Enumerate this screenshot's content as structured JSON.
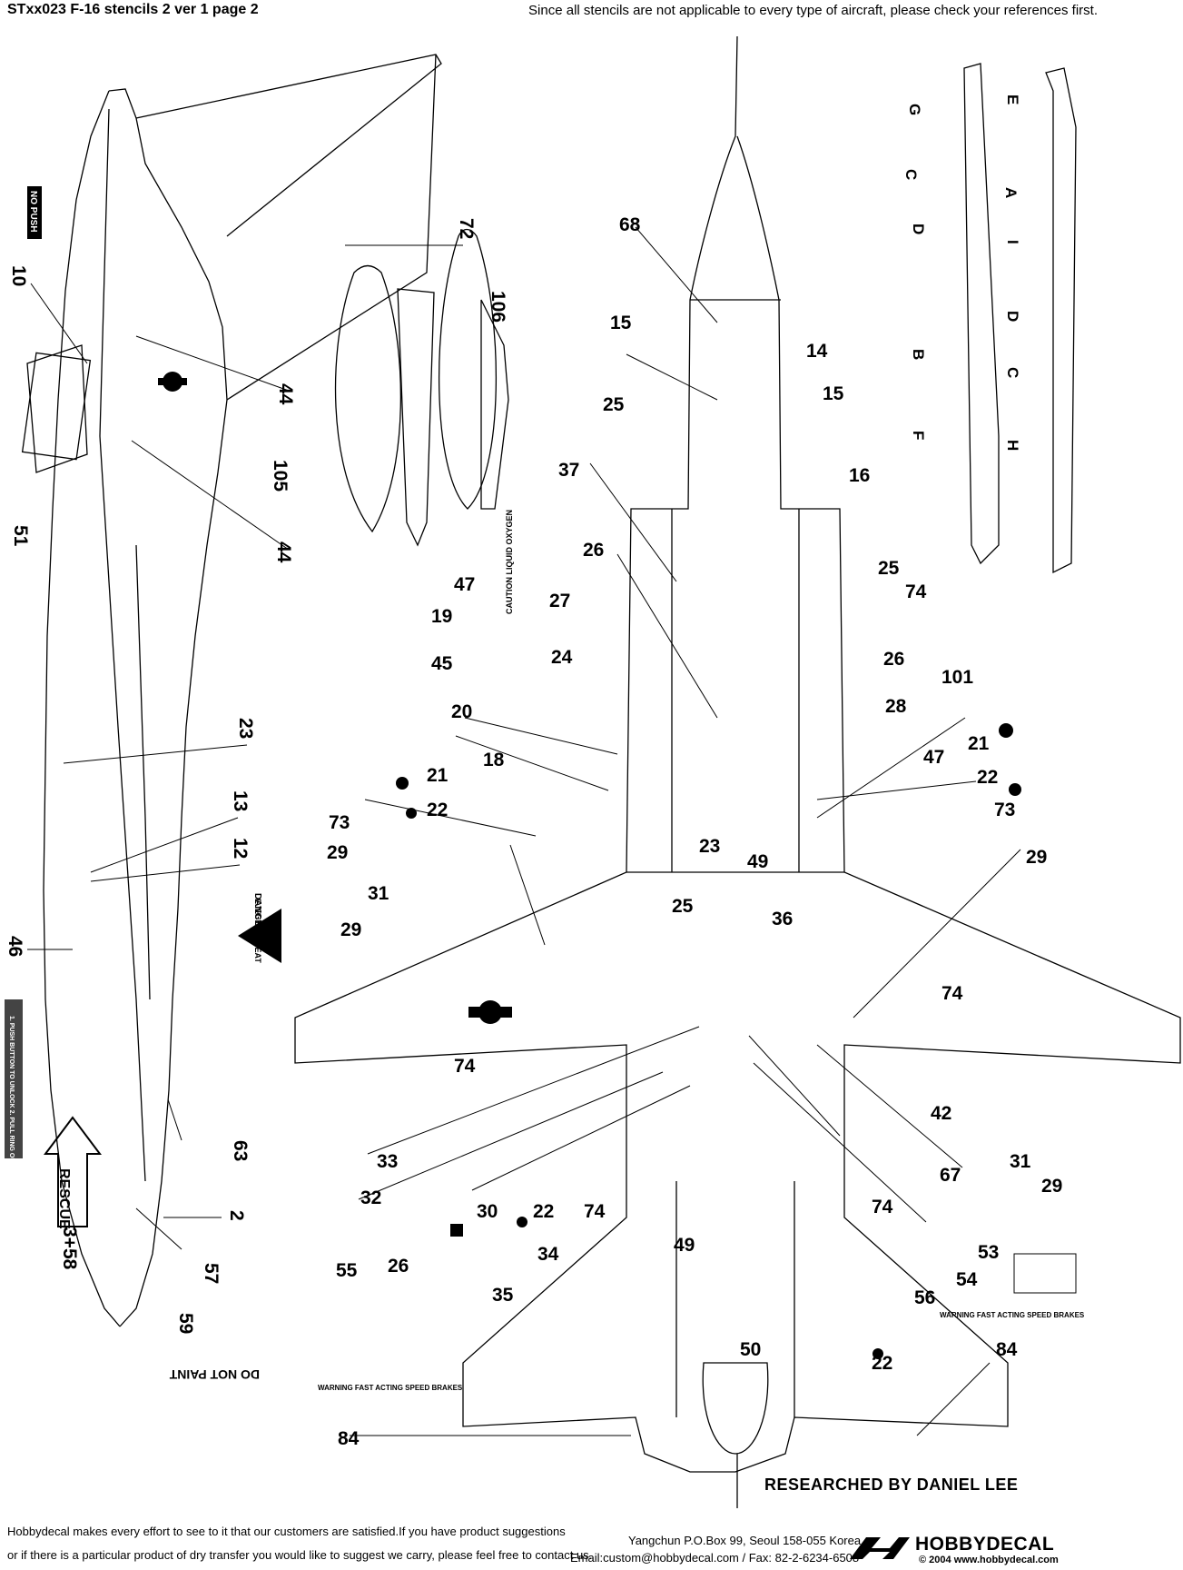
{
  "header": {
    "title": "STxx023 F-16 stencils 2 ver 1 page 2",
    "note": "Since all stencils are not applicable to every type of aircraft, please check your references first."
  },
  "side_view": {
    "no_push": "NO PUSH",
    "do_not_paint": "DO NOT PAINT",
    "rescue": "RESCUE",
    "danger": "DANGER",
    "ejection_seat": "EJECTION SEAT",
    "jettison_panel": "1. PUSH BUTTON TO UNLOCK  2. PULL RING OUT 8 FEET TO JETTISON CANOPY"
  },
  "plan_view": {
    "caution_liquid_oxygen": "CAUTION LIQUID OXYGEN",
    "warning_speed_brakes": "WARNING FAST ACTING SPEED BRAKES"
  },
  "callouts": [
    {
      "id": "c10",
      "text": "10"
    },
    {
      "id": "c44a",
      "text": "44"
    },
    {
      "id": "c44b",
      "text": "44"
    },
    {
      "id": "c51",
      "text": "51"
    },
    {
      "id": "c23a",
      "text": "23"
    },
    {
      "id": "c13",
      "text": "13"
    },
    {
      "id": "c12",
      "text": "12"
    },
    {
      "id": "c46",
      "text": "46"
    },
    {
      "id": "c63",
      "text": "63"
    },
    {
      "id": "c2",
      "text": "2"
    },
    {
      "id": "c358",
      "text": "3+58"
    },
    {
      "id": "c57",
      "text": "57"
    },
    {
      "id": "c59",
      "text": "59"
    },
    {
      "id": "c72",
      "text": "72"
    },
    {
      "id": "c106",
      "text": "106"
    },
    {
      "id": "c105",
      "text": "105"
    },
    {
      "id": "c68",
      "text": "68"
    },
    {
      "id": "c15a",
      "text": "15"
    },
    {
      "id": "c14",
      "text": "14"
    },
    {
      "id": "c25a",
      "text": "25"
    },
    {
      "id": "c15b",
      "text": "15"
    },
    {
      "id": "c37",
      "text": "37"
    },
    {
      "id": "c16",
      "text": "16"
    },
    {
      "id": "c26a",
      "text": "26"
    },
    {
      "id": "c47a",
      "text": "47"
    },
    {
      "id": "c27",
      "text": "27"
    },
    {
      "id": "c25b",
      "text": "25"
    },
    {
      "id": "c74a",
      "text": "74"
    },
    {
      "id": "c19",
      "text": "19"
    },
    {
      "id": "c45",
      "text": "45"
    },
    {
      "id": "c24",
      "text": "24"
    },
    {
      "id": "c26b",
      "text": "26"
    },
    {
      "id": "c101",
      "text": "101"
    },
    {
      "id": "c28",
      "text": "28"
    },
    {
      "id": "c20",
      "text": "20"
    },
    {
      "id": "c47b",
      "text": "47"
    },
    {
      "id": "c21a",
      "text": "21"
    },
    {
      "id": "c21b",
      "text": "21"
    },
    {
      "id": "c18",
      "text": "18"
    },
    {
      "id": "c22a",
      "text": "22"
    },
    {
      "id": "c22b",
      "text": "22"
    },
    {
      "id": "c73a",
      "text": "73"
    },
    {
      "id": "c73b",
      "text": "73"
    },
    {
      "id": "c29a",
      "text": "29"
    },
    {
      "id": "c23b",
      "text": "23"
    },
    {
      "id": "c49a",
      "text": "49"
    },
    {
      "id": "c29b",
      "text": "29"
    },
    {
      "id": "c31a",
      "text": "31"
    },
    {
      "id": "c25c",
      "text": "25"
    },
    {
      "id": "c36",
      "text": "36"
    },
    {
      "id": "c29c",
      "text": "29"
    },
    {
      "id": "c74b",
      "text": "74"
    },
    {
      "id": "c74c",
      "text": "74"
    },
    {
      "id": "c42",
      "text": "42"
    },
    {
      "id": "c33",
      "text": "33"
    },
    {
      "id": "c31b",
      "text": "31"
    },
    {
      "id": "c29d",
      "text": "29"
    },
    {
      "id": "c67",
      "text": "67"
    },
    {
      "id": "c32",
      "text": "32"
    },
    {
      "id": "c30",
      "text": "30"
    },
    {
      "id": "c22c",
      "text": "22"
    },
    {
      "id": "c74d",
      "text": "74"
    },
    {
      "id": "c74e",
      "text": "74"
    },
    {
      "id": "c53",
      "text": "53"
    },
    {
      "id": "c55",
      "text": "55"
    },
    {
      "id": "c26c",
      "text": "26"
    },
    {
      "id": "c34",
      "text": "34"
    },
    {
      "id": "c49b",
      "text": "49"
    },
    {
      "id": "c54",
      "text": "54"
    },
    {
      "id": "c35",
      "text": "35"
    },
    {
      "id": "c56",
      "text": "56"
    },
    {
      "id": "c50",
      "text": "50"
    },
    {
      "id": "c22d",
      "text": "22"
    },
    {
      "id": "c84a",
      "text": "84"
    },
    {
      "id": "c84b",
      "text": "84"
    }
  ],
  "pylon_letters": [
    "E",
    "G",
    "C",
    "A",
    "D",
    "I",
    "D",
    "B",
    "C",
    "F",
    "H"
  ],
  "footer": {
    "researched": "RESEARCHED BY DANIEL LEE",
    "line1": "Hobbydecal makes every effort to see to it that our customers are satisfied.If you have product suggestions",
    "line2": "or if there is a particular product of dry transfer you would like to suggest we carry,  please feel free to contact us.",
    "address": "Yangchun P.O.Box 99, Seoul 158-055 Korea",
    "contact": "Email:custom@hobbydecal.com / Fax: 82-2-6234-6508",
    "brand": "HOBBYDECAL",
    "copyright": "© 2004 www.hobbydecal.com"
  }
}
